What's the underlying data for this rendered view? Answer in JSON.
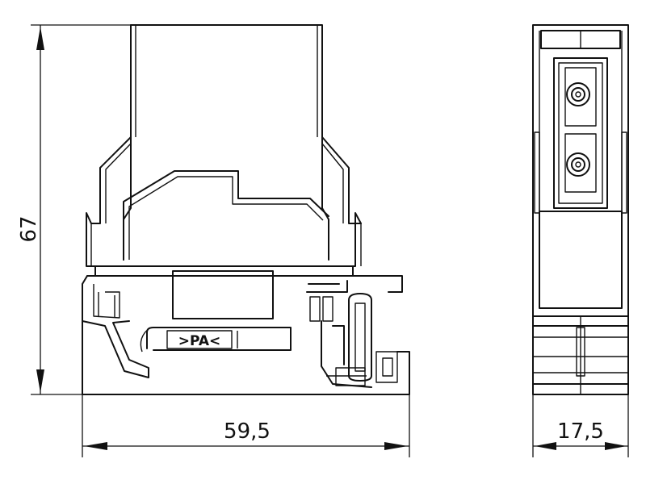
{
  "dimensions": {
    "height": "67",
    "width": "59,5",
    "depth": "17,5"
  },
  "marking": {
    "text": ">PA<"
  }
}
